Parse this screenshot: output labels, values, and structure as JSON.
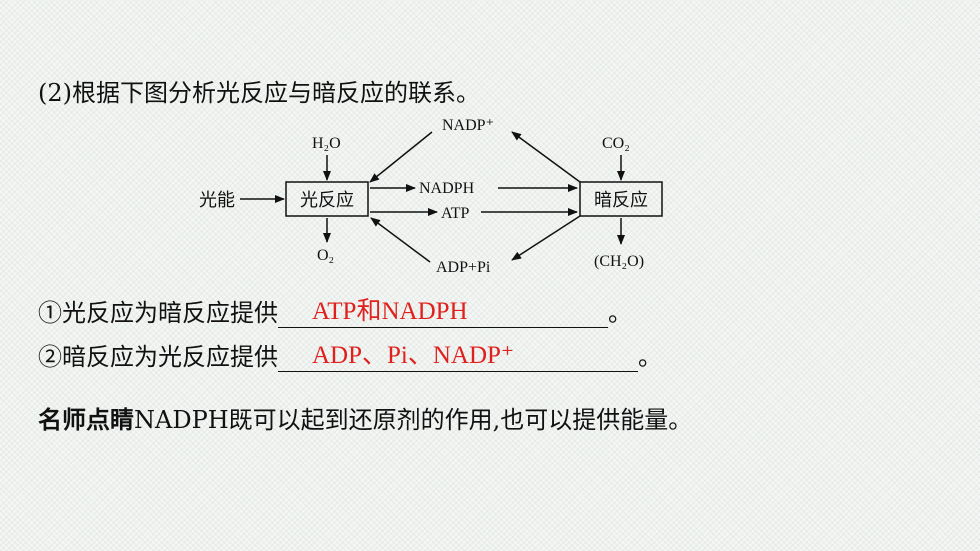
{
  "heading": "(2)根据下图分析光反应与暗反应的联系。",
  "diagram": {
    "light_energy": "光能",
    "light_reaction": "光反应",
    "dark_reaction": "暗反应",
    "h2o": "H₂O",
    "o2": "O₂",
    "co2": "CO₂",
    "ch2o": "(CH₂O)",
    "nadp_plus": "NADP⁺",
    "nadph": "NADPH",
    "atp": "ATP",
    "adp_pi": "ADP+Pi"
  },
  "questions": {
    "q1_prefix": "①光反应为暗反应提供",
    "q1_answer": "ATP和NADPH",
    "q1_suffix": "。",
    "q2_prefix": "②暗反应为光反应提供",
    "q2_answer": "ADP、Pi、NADP⁺",
    "q2_suffix": "。"
  },
  "tip": {
    "label": "名师点睛",
    "text": "NADPH既可以起到还原剂的作用,也可以提供能量。"
  },
  "colors": {
    "answer": "#e0201c"
  }
}
